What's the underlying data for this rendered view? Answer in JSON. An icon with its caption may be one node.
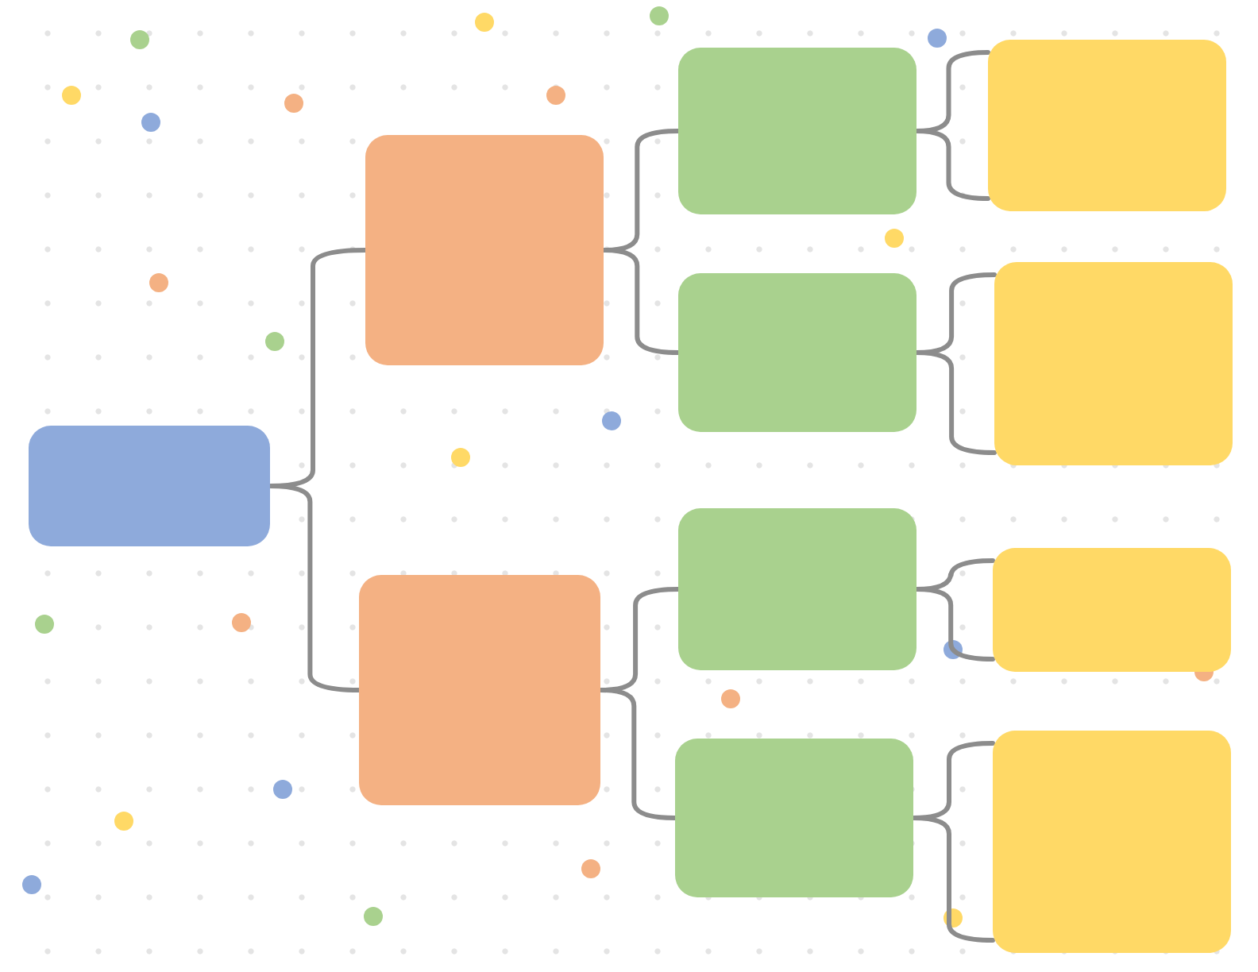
{
  "diagram": {
    "nodes": [
      {
        "text": [],
        "shape": "box"
      },
      {
        "text": [],
        "shape": "box"
      },
      {
        "text": [],
        "shape": "box"
      },
      {
        "text": [],
        "shape": "box"
      },
      {
        "text": [],
        "shape": "box"
      },
      {
        "text": [],
        "shape": "box"
      },
      {
        "text": [],
        "shape": "box"
      },
      {
        "text": [],
        "shape": "box"
      },
      {
        "text": [],
        "shape": "box"
      },
      {
        "text": [],
        "shape": "box"
      },
      {
        "text": [],
        "shape": "box"
      }
    ],
    "edges": [
      {
        "from": 0,
        "to": 1,
        "arrow": "none"
      },
      {
        "from": 0,
        "to": 2,
        "arrow": "none"
      },
      {
        "from": 1,
        "to": 3,
        "arrow": "none"
      },
      {
        "from": 1,
        "to": 4,
        "arrow": "none"
      },
      {
        "from": 2,
        "to": 5,
        "arrow": "none"
      },
      {
        "from": 2,
        "to": 6,
        "arrow": "none"
      },
      {
        "from": 3,
        "to": 7,
        "arrow": "none"
      },
      {
        "from": 4,
        "to": 8,
        "arrow": "none"
      },
      {
        "from": 5,
        "to": 9,
        "arrow": "none"
      },
      {
        "from": 6,
        "to": 10,
        "arrow": "none"
      }
    ]
  }
}
